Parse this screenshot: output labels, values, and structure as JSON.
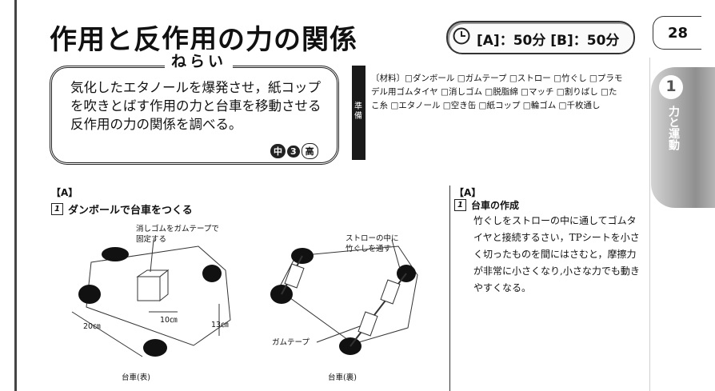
{
  "title": "作用と反作用の力の関係",
  "time": "[A]：50分 [B]：50分",
  "page_number": "28",
  "aim": {
    "label": "ねらい",
    "text": "気化したエタノールを爆発させ，紙コップを吹きとばす作用の力と台車を移動させる反作用の力の関係を調べる。",
    "grades": [
      "中",
      "3",
      "高"
    ]
  },
  "prep_label": "準備",
  "materials": "〔材料〕□ダンボール □ガムテープ □ストロー □竹ぐし □プラモデル用ゴムタイヤ □消しゴム □脱脂綿 □マッチ □割りばし □たこ糸 □エタノール □空き缶 □紙コップ □輪ゴム □千枚通し",
  "side_tab": {
    "num": "1",
    "label": "力と運動"
  },
  "left": {
    "section": "【A】",
    "step_num": "1",
    "step_title": "ダンボールで台車をつくる",
    "note_eraser": "消しゴムをガムテープで\n固定する",
    "note_straw": "ストローの中に\n竹ぐしを通す",
    "dim_20": "20㎝",
    "dim_10": "10㎝",
    "dim_13": "13㎝",
    "tape_label": "ガムテープ",
    "cart_front": "台車(表)",
    "cart_back": "台車(裏)"
  },
  "right": {
    "section": "【A】",
    "step_num": "1",
    "step_title": "台車の作成",
    "text": "竹ぐしをストローの中に通してゴムタイヤと接続するさい，TPシートを小さく切ったものを間にはさむと，摩擦力が非常に小さくなり,小さな力でも動きやすくなる。"
  }
}
